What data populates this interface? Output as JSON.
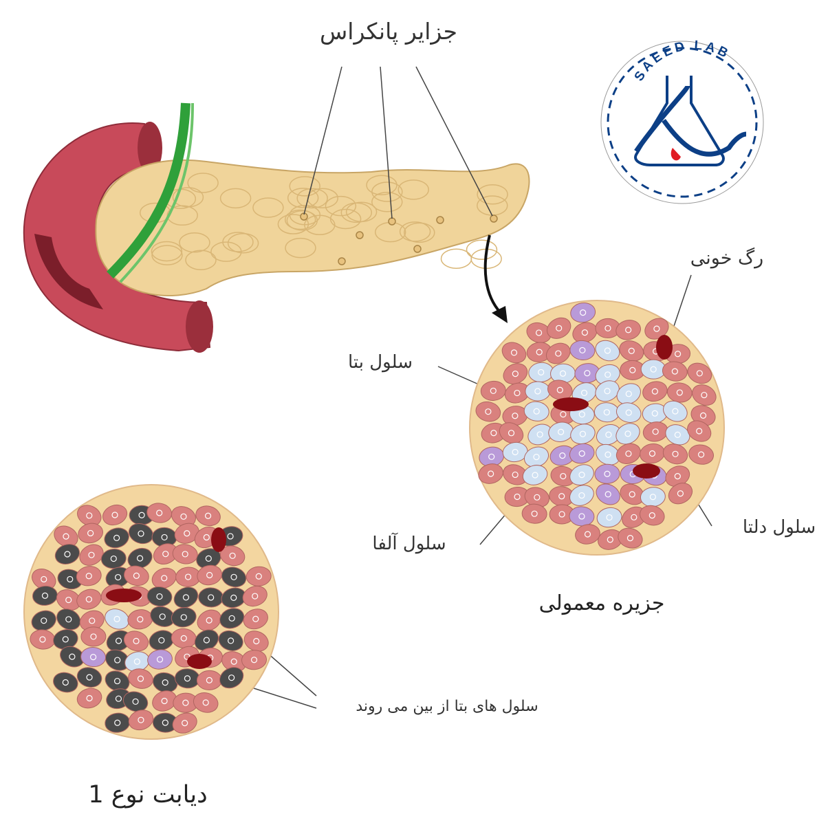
{
  "title": "جزایر پانکراس",
  "labels": {
    "blood_vessel": "رگ خونی",
    "beta_cell": "سلول بتا",
    "alpha_cell": "سلول آلفا",
    "delta_cell": "سلول دلتا",
    "normal_islet": "جزیره معمولی",
    "beta_destroyed": "سلول های بتا از بین می روند",
    "type1_diabetes": "دیابت نوع 1"
  },
  "logo": {
    "text": "SAEED LAB"
  },
  "colors": {
    "pancreas": "#f0d49a",
    "duodenum": "#c84a5a",
    "duct": "#2fa03a",
    "alpha": "#d9817e",
    "beta": "#cfe0f2",
    "delta": "#b99ad8",
    "dead_beta": "#4b4b4b",
    "vessel": "#8a0d14",
    "logo_blue": "#0c3f86",
    "logo_red": "#e01c24"
  }
}
